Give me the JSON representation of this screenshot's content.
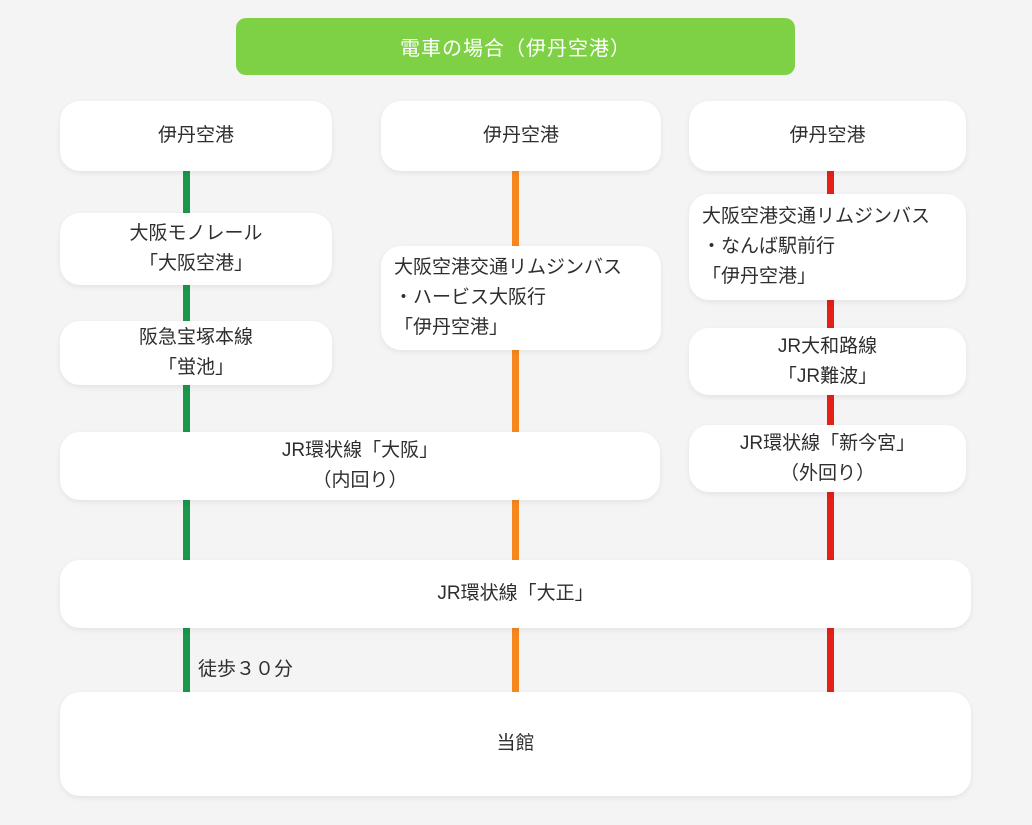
{
  "title": {
    "label": "電車の場合（伊丹空港）"
  },
  "colors": {
    "title_bg": "#7ed145",
    "title_text": "#ffffff",
    "background": "#f4f4f5",
    "route_monorail": "#18984b",
    "route_bus_herbis": "#f6871f",
    "route_bus_namba": "#e32119",
    "box_bg": "#ffffff",
    "box_text": "#2e2e2e"
  },
  "routes": {
    "monorail": {
      "line_color_name": "green",
      "start": {
        "line1": "伊丹空港"
      },
      "step1": {
        "line1": "大阪モノレール",
        "line2": "「大阪空港」"
      },
      "step2": {
        "line1": "阪急宝塚本線",
        "line2": "「蛍池」"
      },
      "walk_label": "徒歩３０分"
    },
    "bus_herbis": {
      "line_color_name": "orange",
      "start": {
        "line1": "伊丹空港"
      },
      "step1": {
        "line1": "大阪空港交通リムジンバス",
        "line2": "・ハービス大阪行",
        "line3": "「伊丹空港」"
      }
    },
    "bus_namba": {
      "line_color_name": "red",
      "start": {
        "line1": "伊丹空港"
      },
      "step1": {
        "line1": "大阪空港交通リムジンバス",
        "line2": "・なんば駅前行",
        "line3": "「伊丹空港」"
      },
      "step2": {
        "line1": "JR大和路線",
        "line2": "「JR難波」"
      },
      "step3": {
        "line1": "JR環状線「新今宮」",
        "line2": "（外回り）"
      }
    }
  },
  "shared": {
    "loop_osaka": {
      "line1": "JR環状線「大阪」",
      "line2": "（内回り）"
    },
    "loop_taisho": {
      "line1": "JR環状線「大正」"
    },
    "destination": {
      "line1": "当館"
    }
  }
}
